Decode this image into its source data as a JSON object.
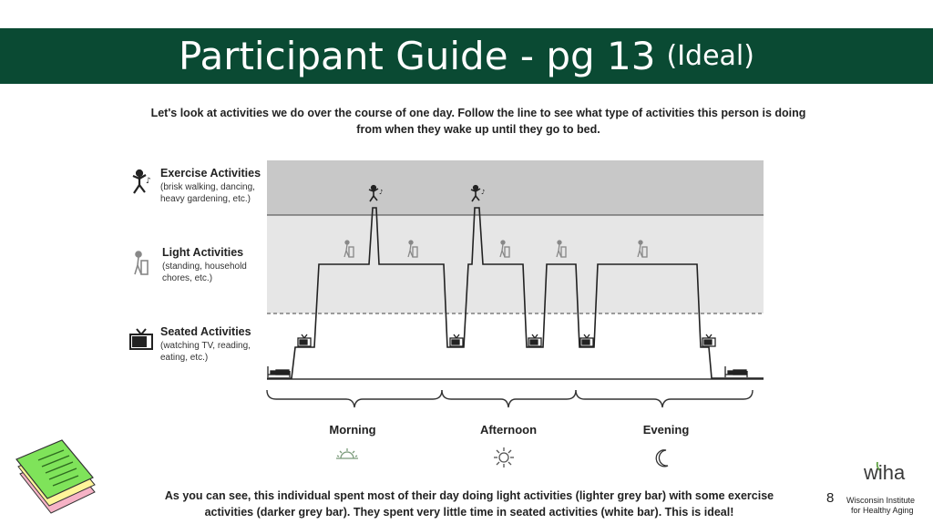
{
  "title": {
    "main": "Participant Guide - pg 13",
    "sub": "(Ideal)"
  },
  "intro_text": {
    "line1": "Let's look at activities we do over the course of one day. Follow the line to see what type of activities this person is doing",
    "line2": "from when they wake up until they go to bed."
  },
  "legend": {
    "exercise": {
      "title": "Exercise Activities",
      "desc1": "(brisk walking, dancing,",
      "desc2": "heavy gardening, etc.)"
    },
    "light": {
      "title": "Light Activities",
      "desc1": "(standing, household",
      "desc2": "chores, etc.)"
    },
    "seated": {
      "title": "Seated Activities",
      "desc1": "(watching TV, reading,",
      "desc2": "eating, etc.)"
    }
  },
  "periods": [
    "Morning",
    "Afternoon",
    "Evening"
  ],
  "outro_text": {
    "line1": "As you can see, this individual spent most of their day doing light activities (lighter grey bar) with some exercise",
    "line2": "activities (darker grey bar). They spent very little time in seated activities (white bar). This is ideal!"
  },
  "page_number": "8",
  "logo": {
    "name": "wiha",
    "sub1": "Wisconsin Institute",
    "sub2": "for Healthy Aging"
  },
  "colors": {
    "title_bar": "#0a4a33",
    "exercise_band": "#c8c8c8",
    "light_band": "#e6e6e6",
    "seated_band": "#ffffff",
    "line": "#222222",
    "logo_accent": "#6aa84f"
  },
  "icons": [
    "dancer-icon",
    "walker-icon",
    "tv-icon",
    "bed-icon",
    "sunrise-icon",
    "sun-icon",
    "moon-icon",
    "notebook-icon"
  ]
}
